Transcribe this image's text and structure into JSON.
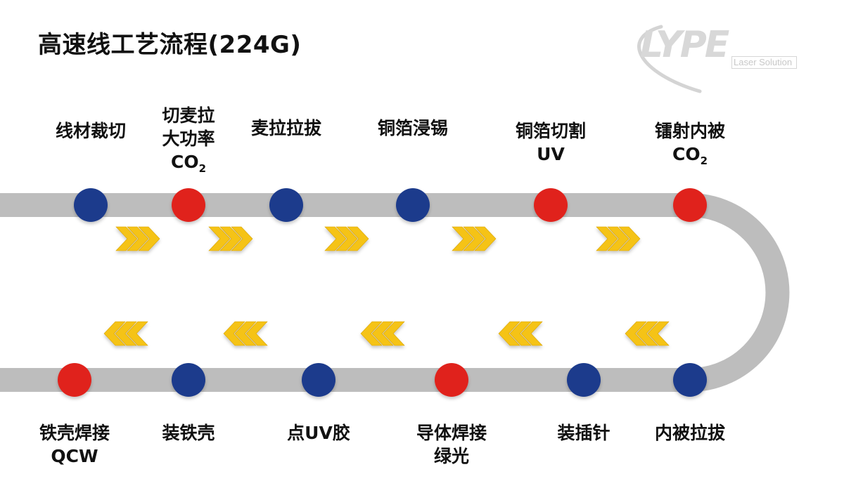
{
  "title": "高速线工艺流程(224G)",
  "logo": {
    "brand": "LYPE",
    "tagline": "Laser Solution"
  },
  "colors": {
    "track": "#bdbdbd",
    "blue": "#1b3a8c",
    "red": "#e0231c",
    "arrow": "#f5c315",
    "arrow_dark": "#d9a406"
  },
  "top_row": [
    {
      "lines": [
        "线材裁切"
      ],
      "color": "blue"
    },
    {
      "lines": [
        "切麦拉",
        "大功率"
      ],
      "formula": {
        "base": "CO",
        "sub": "2"
      },
      "color": "red"
    },
    {
      "lines": [
        "麦拉拉拔"
      ],
      "color": "blue"
    },
    {
      "lines": [
        "铜箔浸锡"
      ],
      "color": "blue"
    },
    {
      "lines": [
        "铜箔切割",
        "UV"
      ],
      "color": "red"
    },
    {
      "lines": [
        "镭射内被"
      ],
      "formula": {
        "base": "CO",
        "sub": "2"
      },
      "color": "red"
    }
  ],
  "bottom_row": [
    {
      "lines": [
        "铁壳焊接",
        "QCW"
      ],
      "color": "red"
    },
    {
      "lines": [
        "装铁壳"
      ],
      "color": "blue"
    },
    {
      "lines": [
        "点UV胶"
      ],
      "color": "blue"
    },
    {
      "lines": [
        "导体焊接",
        "绿光"
      ],
      "color": "red"
    },
    {
      "lines": [
        "装插针"
      ],
      "color": "blue"
    },
    {
      "lines": [
        "内被拉拔"
      ],
      "color": "blue"
    }
  ],
  "flow": {
    "top_direction": "right",
    "bottom_direction": "left",
    "top_chevrons": 5,
    "bottom_chevrons": 5
  }
}
